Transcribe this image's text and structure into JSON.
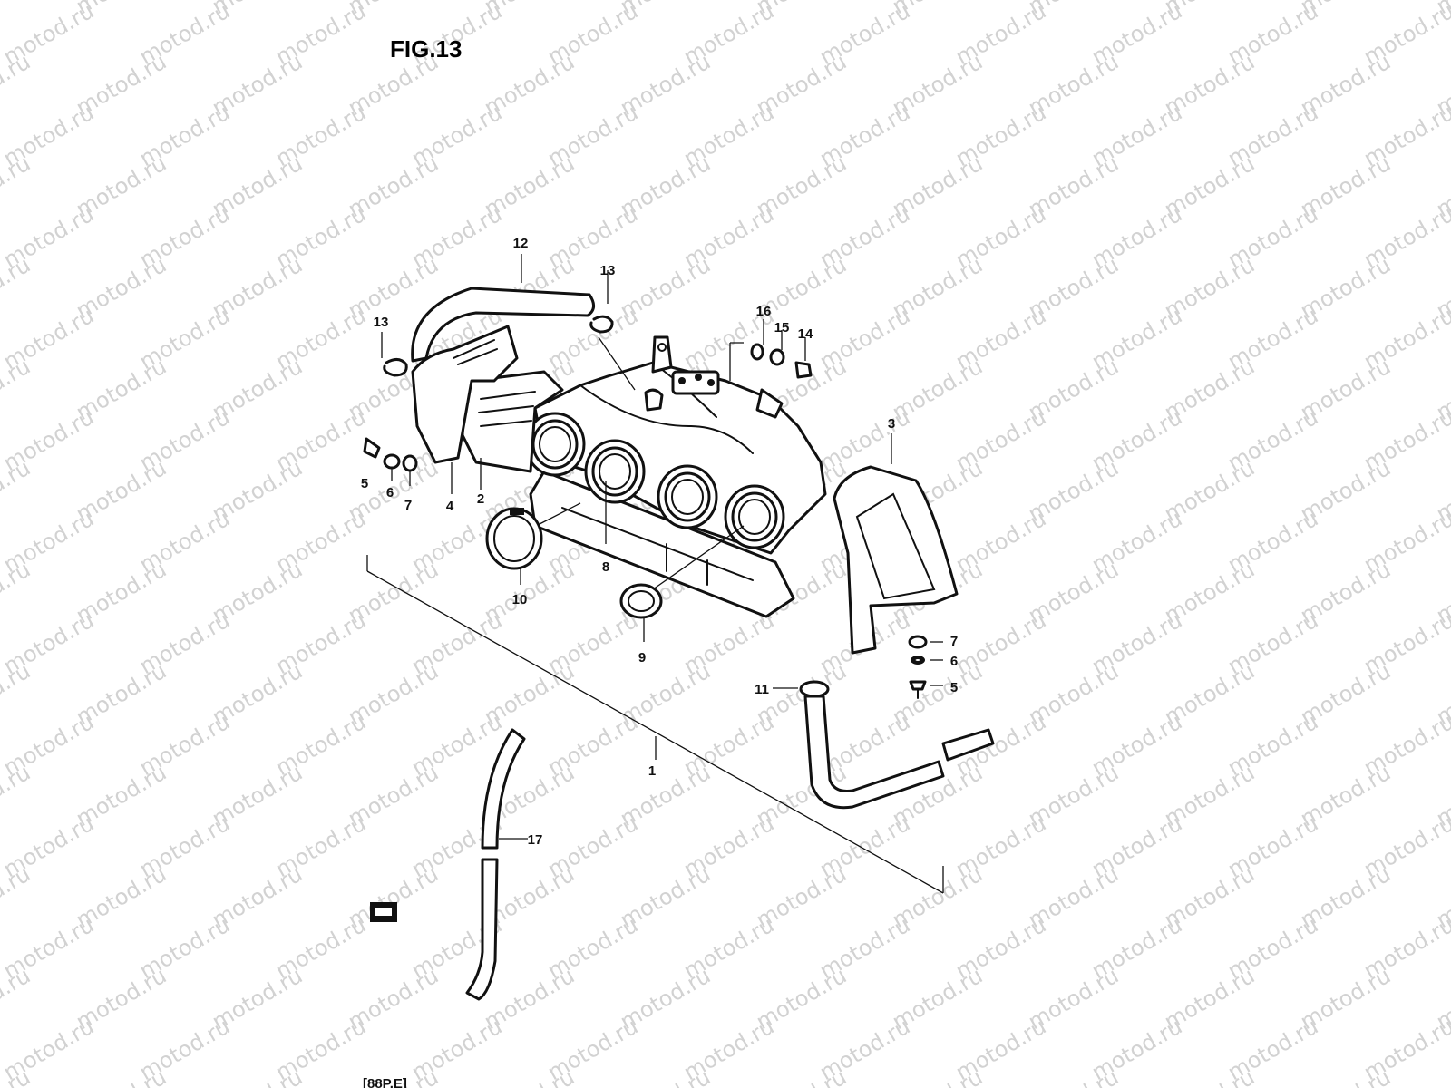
{
  "figure": {
    "title": "FIG.13"
  },
  "watermark": {
    "text": "motod.ru"
  },
  "callouts": [
    {
      "id": "c1",
      "label": "1"
    },
    {
      "id": "c2",
      "label": "2"
    },
    {
      "id": "c3",
      "label": "3"
    },
    {
      "id": "c4",
      "label": "4"
    },
    {
      "id": "c5a",
      "label": "5"
    },
    {
      "id": "c5b",
      "label": "5"
    },
    {
      "id": "c6a",
      "label": "6"
    },
    {
      "id": "c6b",
      "label": "6"
    },
    {
      "id": "c7a",
      "label": "7"
    },
    {
      "id": "c7b",
      "label": "7"
    },
    {
      "id": "c8",
      "label": "8"
    },
    {
      "id": "c9",
      "label": "9"
    },
    {
      "id": "c10",
      "label": "10"
    },
    {
      "id": "c11",
      "label": "11"
    },
    {
      "id": "c12",
      "label": "12"
    },
    {
      "id": "c13a",
      "label": "13"
    },
    {
      "id": "c13b",
      "label": "13"
    },
    {
      "id": "c14",
      "label": "14"
    },
    {
      "id": "c15",
      "label": "15"
    },
    {
      "id": "c16",
      "label": "16"
    },
    {
      "id": "c17",
      "label": "17"
    }
  ],
  "footer": {
    "code": "[88P.E]"
  }
}
